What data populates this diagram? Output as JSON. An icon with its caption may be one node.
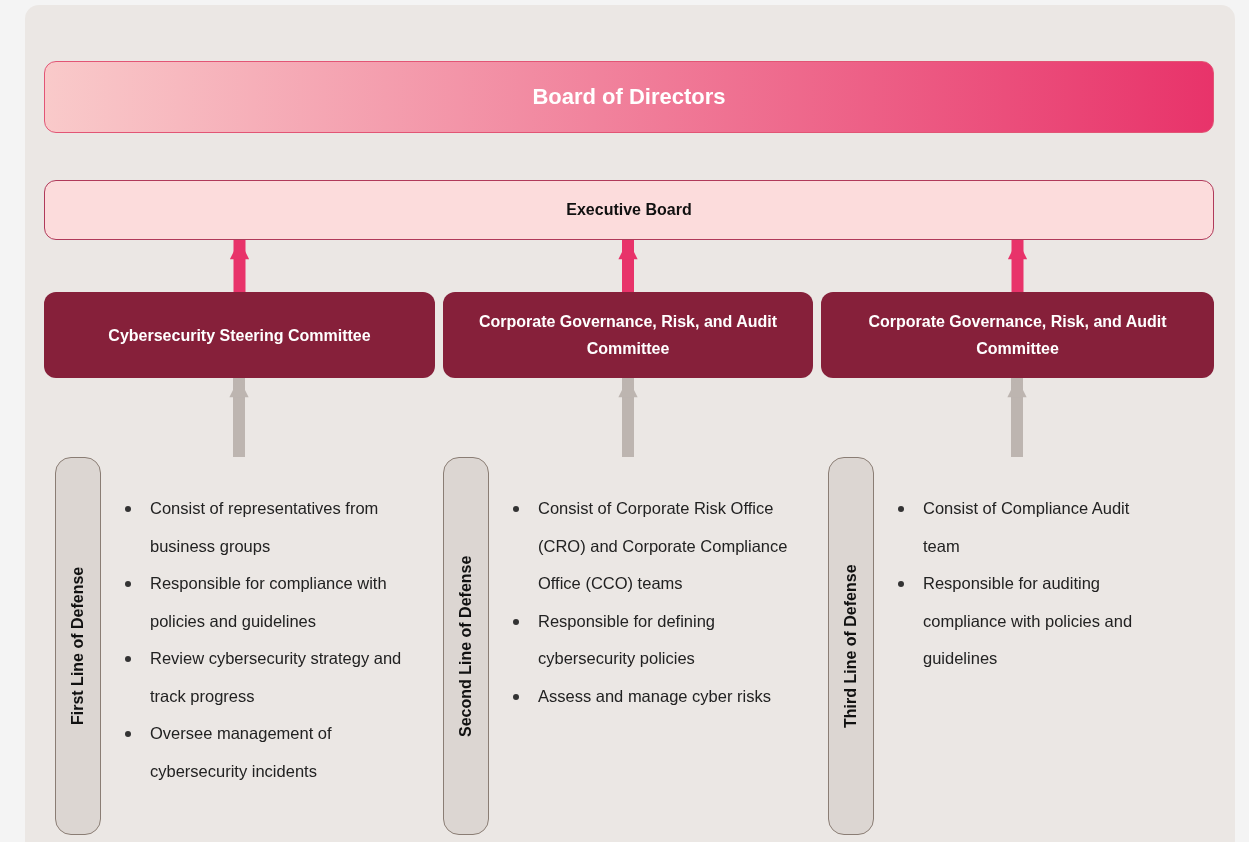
{
  "diagram": {
    "nodes": [
      {
        "text": [
          "Board of Directors"
        ]
      },
      {
        "text": [
          "Executive Board"
        ]
      },
      {
        "text": [
          "Cybersecurity Steering Committee"
        ]
      },
      {
        "text": [
          "Corporate Governance, Risk, and Audit Committee"
        ]
      },
      {
        "text": [
          "Corporate Governance, Risk, and Audit Committee"
        ]
      },
      {
        "text": [
          "First Line of Defense"
        ],
        "beside": [
          "Consist of representatives from business groups",
          "Responsible for compliance with policies and guidelines",
          "Review cybersecurity strategy and track progress",
          "Oversee management of cybersecurity incidents"
        ]
      },
      {
        "text": [
          "Second Line of Defense"
        ],
        "beside": [
          "Consist of Corporate Risk Office (CRO) and Corporate Compliance Office (CCO) teams",
          "Responsible for defining cybersecurity policies",
          "Assess and manage cyber risks"
        ]
      },
      {
        "text": [
          "Third Line of Defense"
        ],
        "beside": [
          "Consist of Compliance Audit team",
          "Responsible for auditing compliance with policies and guidelines"
        ]
      }
    ],
    "edges": [
      {
        "from": 2,
        "to": 1,
        "arrow": "to",
        "color": "#e8336a"
      },
      {
        "from": 3,
        "to": 1,
        "arrow": "to",
        "color": "#e8336a"
      },
      {
        "from": 4,
        "to": 1,
        "arrow": "to",
        "color": "#e8336a"
      },
      {
        "from": 5,
        "to": 2,
        "arrow": "to",
        "color": "#bdb5b0"
      },
      {
        "from": 6,
        "to": 3,
        "arrow": "to",
        "color": "#bdb5b0"
      },
      {
        "from": 7,
        "to": 4,
        "arrow": "to",
        "color": "#bdb5b0"
      }
    ]
  }
}
